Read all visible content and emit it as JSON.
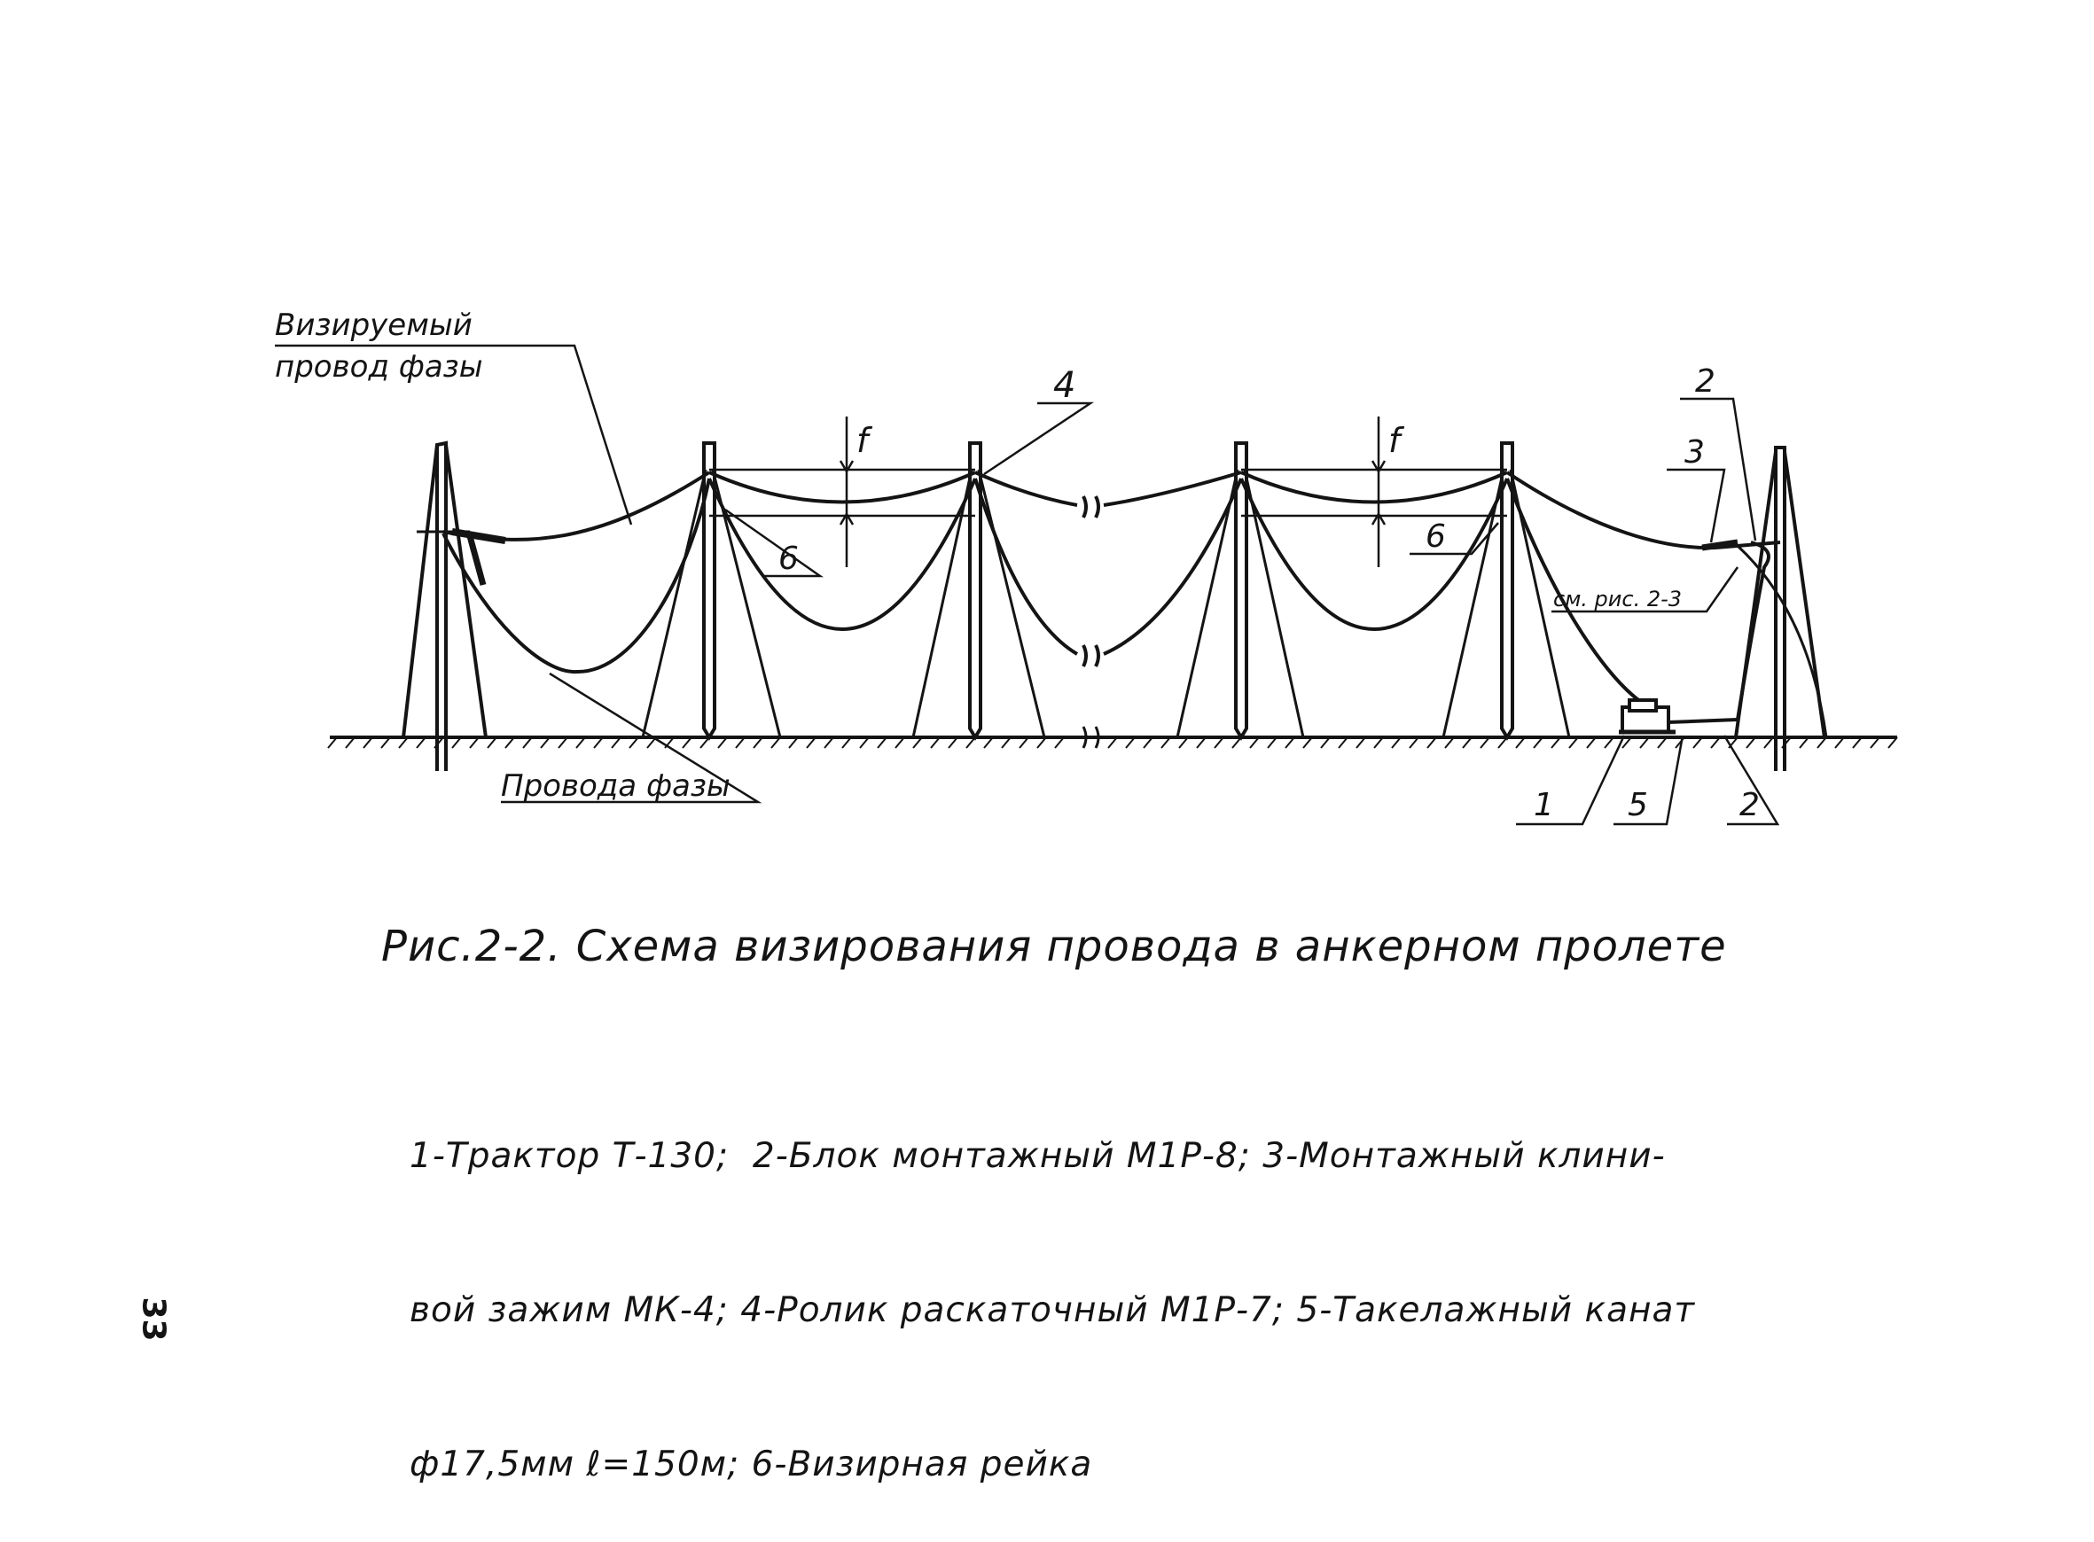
{
  "labels": {
    "sighted_wire_1": "Визируемый",
    "sighted_wire_2": "провод фазы",
    "phase_wires": "Провода фазы",
    "sag_1": "f",
    "sag_2": "f",
    "num_4": "4",
    "num_6a": "6",
    "num_6b": "6",
    "num_2_top": "2",
    "num_3": "3",
    "see_fig": "см. рис. 2-3",
    "num_1": "1",
    "num_5": "5",
    "num_2_bottom": "2"
  },
  "caption": {
    "title": "Рис.2-2. Схема визирования провода в анкерном пролете",
    "legend_line1": "1-Трактор Т-130;  2-Блок монтажный М1Р-8; 3-Монтажный клини-",
    "legend_line2": "вой зажим МК-4; 4-Ролик раскаточный М1Р-7; 5-Такелажный канат",
    "legend_line3": "ф17,5мм ℓ=150м; 6-Визирная рейка"
  },
  "page_number": "33"
}
